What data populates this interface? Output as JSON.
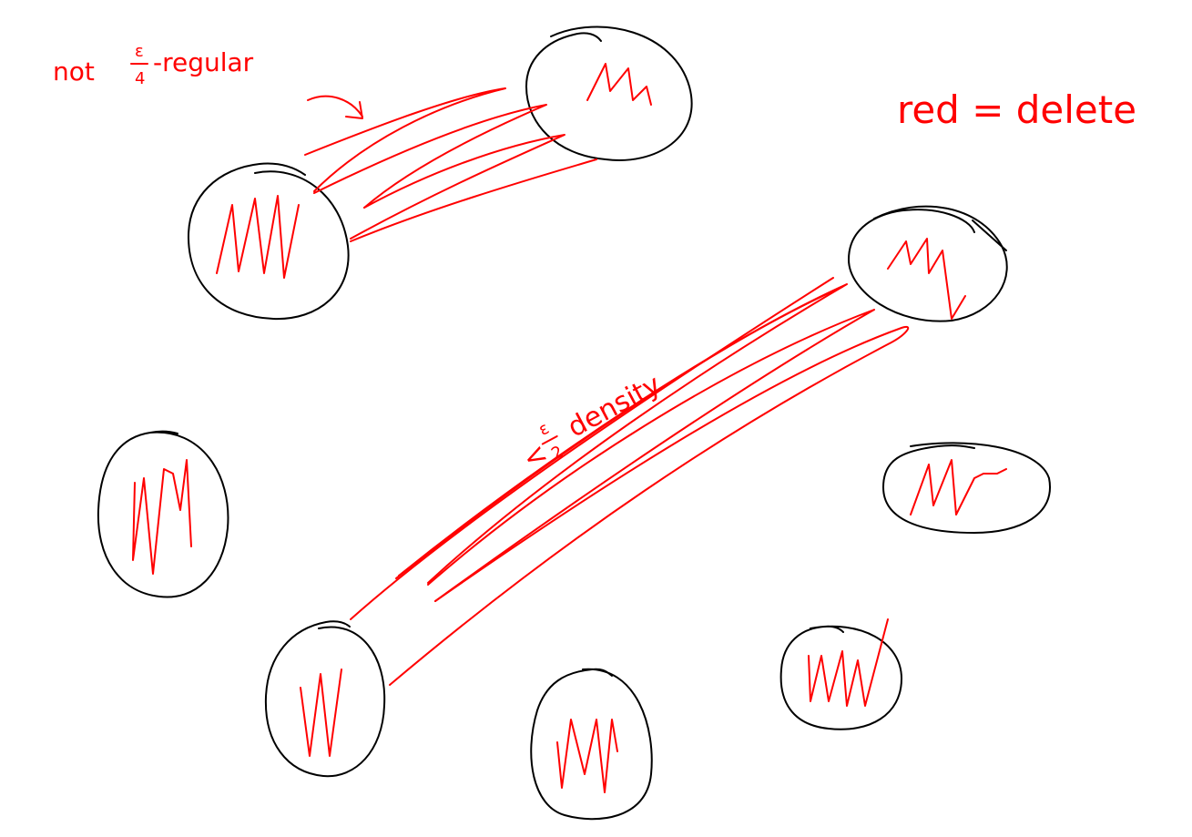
{
  "labels": {
    "not_regular_prefix": "not",
    "not_regular_numerator": "ε",
    "not_regular_denominator": "4",
    "not_regular_suffix": "-regular",
    "red_means": "red = delete",
    "density_prefix": "<",
    "density_numerator": "ε",
    "density_denominator": "2",
    "density_suffix": "density"
  },
  "colors": {
    "ink": "#000000",
    "delete": "#ff0000"
  },
  "icons": {
    "arrow": "curved-arrow-icon"
  }
}
